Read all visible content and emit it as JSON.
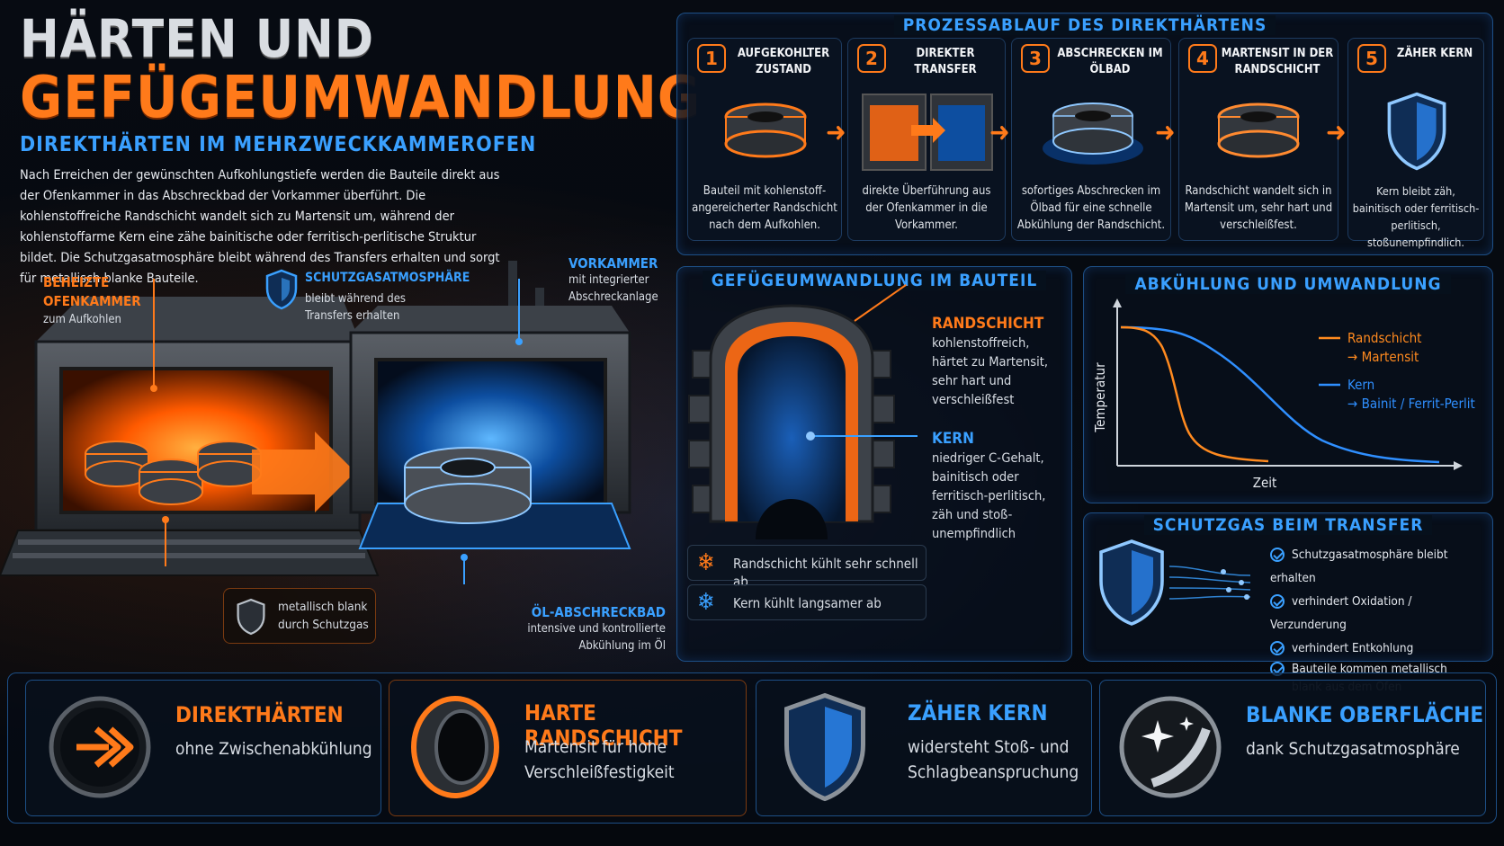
{
  "header": {
    "title_line1": "HÄRTEN UND",
    "title_line2": "GEFÜGEUMWANDLUNG",
    "subtitle": "DIREKTHÄRTEN IM MEHRZWECKKAMMEROFEN",
    "intro": "Nach Erreichen der gewünschten Aufkohlungstiefe werden die Bauteile direkt aus der Ofenkammer in das Abschreckbad der Vorkammer überführt. Die kohlenstoffreiche Randschicht wandelt sich zu Martensit um, während der kohlenstoffarme Kern eine zähe bainitische oder ferritisch-perlitische Struktur bildet. Die Schutzgasatmosphäre bleibt während des Transfers erhalten und sorgt für metallisch blanke Bauteile."
  },
  "furnace": {
    "heated_title": "BEHEIZTE OFENKAMMER",
    "heated_desc": "zum Aufkohlen",
    "gas_title": "SCHUTZGASATMOSPHÄRE",
    "gas_desc": "bleibt während des Transfers erhalten",
    "pre_title": "VORKAMMER",
    "pre_desc": "mit integrierter Abschreckanlage",
    "blank_desc": "metallisch blank durch Schutzgas",
    "oil_title": "ÖL-ABSCHRECKBAD",
    "oil_desc": "intensive und kontrollierte Abkühlung im Öl"
  },
  "process": {
    "title": "PROZESSABLAUF DES DIREKTHÄRTENS",
    "steps": [
      {
        "num": "1",
        "title": "AUFGEKOHLTER ZUSTAND",
        "desc": "Bauteil mit kohlenstoff-angereicherter Randschicht nach dem Aufkohlen."
      },
      {
        "num": "2",
        "title": "DIREKTER TRANSFER",
        "desc": "direkte Überführung aus der Ofenkammer in die Vorkammer."
      },
      {
        "num": "3",
        "title": "ABSCHRECKEN IM ÖLBAD",
        "desc": "sofortiges Abschrecken im Ölbad für eine schnelle Abkühlung der Randschicht."
      },
      {
        "num": "4",
        "title": "MARTENSIT IN DER RANDSCHICHT",
        "desc": "Randschicht wandelt sich in Martensit um, sehr hart und verschleißfest."
      },
      {
        "num": "5",
        "title": "ZÄHER KERN",
        "desc": "Kern bleibt zäh, bainitisch oder ferritisch-perlitisch, stoßunempfindlich."
      }
    ]
  },
  "structure": {
    "title": "GEFÜGEUMWANDLUNG IM BAUTEIL",
    "rand_title": "RANDSCHICHT",
    "rand_desc": "kohlenstoffreich, härtet zu Martensit, sehr hart und verschleißfest",
    "kern_title": "KERN",
    "kern_desc": "niedriger C-Gehalt, bainitisch oder ferritisch-perlitisch, zäh und stoß-unempfindlich",
    "note1": "Randschicht kühlt sehr schnell ab",
    "note2": "Kern kühlt langsamer ab"
  },
  "cooling": {
    "title": "ABKÜHLUNG UND UMWANDLUNG",
    "ylabel": "Temperatur",
    "xlabel": "Zeit",
    "legend1a": "Randschicht",
    "legend1b": "→ Martensit",
    "legend2a": "Kern",
    "legend2b": "→ Bainit / Ferrit-Perlit",
    "color_rand": "#ff8a1f",
    "color_kern": "#2f8fff"
  },
  "gas": {
    "title": "SCHUTZGAS BEIM TRANSFER",
    "items": [
      "Schutzgasatmosphäre bleibt erhalten",
      "verhindert Oxidation / Verzunderung",
      "verhindert Entkohlung",
      "Bauteile kommen metallisch blank aus dem Ofen"
    ]
  },
  "bottom": [
    {
      "title": "DIREKTHÄRTEN",
      "desc": "ohne Zwischenabkühlung"
    },
    {
      "title": "HARTE RANDSCHICHT",
      "desc": "Martensit für hohe Verschleißfestigkeit"
    },
    {
      "title": "ZÄHER KERN",
      "desc": "widersteht Stoß- und Schlagbeanspruchung"
    },
    {
      "title": "BLANKE OBERFLÄCHE",
      "desc": "dank Schutzgasatmosphäre"
    }
  ]
}
